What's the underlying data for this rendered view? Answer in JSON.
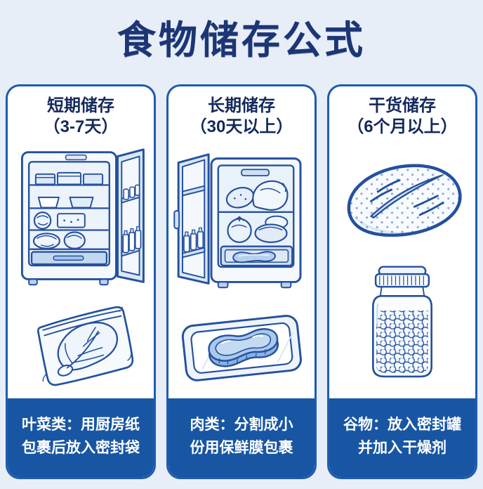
{
  "title": "食物储存公式",
  "colors": {
    "background": "#e7eef8",
    "card_border": "#1e5cb0",
    "card_bg": "#ffffff",
    "footer_bg": "#1856a4",
    "footer_text": "#ffffff",
    "title_text": "#1c3575",
    "header_text": "#14295c",
    "line_art": "#24509e"
  },
  "cards": [
    {
      "header_line1": "短期储存",
      "header_line2": "（3-7天）",
      "illustrations": [
        "open-fridge-with-vegetables",
        "ziplock-bag-with-lettuce"
      ],
      "footer_line1": "叶菜类：用厨房纸",
      "footer_line2": "包裹后放入密封袋"
    },
    {
      "header_line1": "长期储存",
      "header_line2": "（30天以上）",
      "illustrations": [
        "open-freezer-with-meat",
        "wrapped-steak-on-tray"
      ],
      "footer_line1": "肉类：分割成小",
      "footer_line2": "份用保鲜膜包裹"
    },
    {
      "header_line1": "干货储存",
      "header_line2": "（6个月以上）",
      "illustrations": [
        "bread-loaf",
        "sealed-jar-of-grains"
      ],
      "footer_line1": "谷物：放入密封罐",
      "footer_line2": "并加入干燥剂"
    }
  ]
}
